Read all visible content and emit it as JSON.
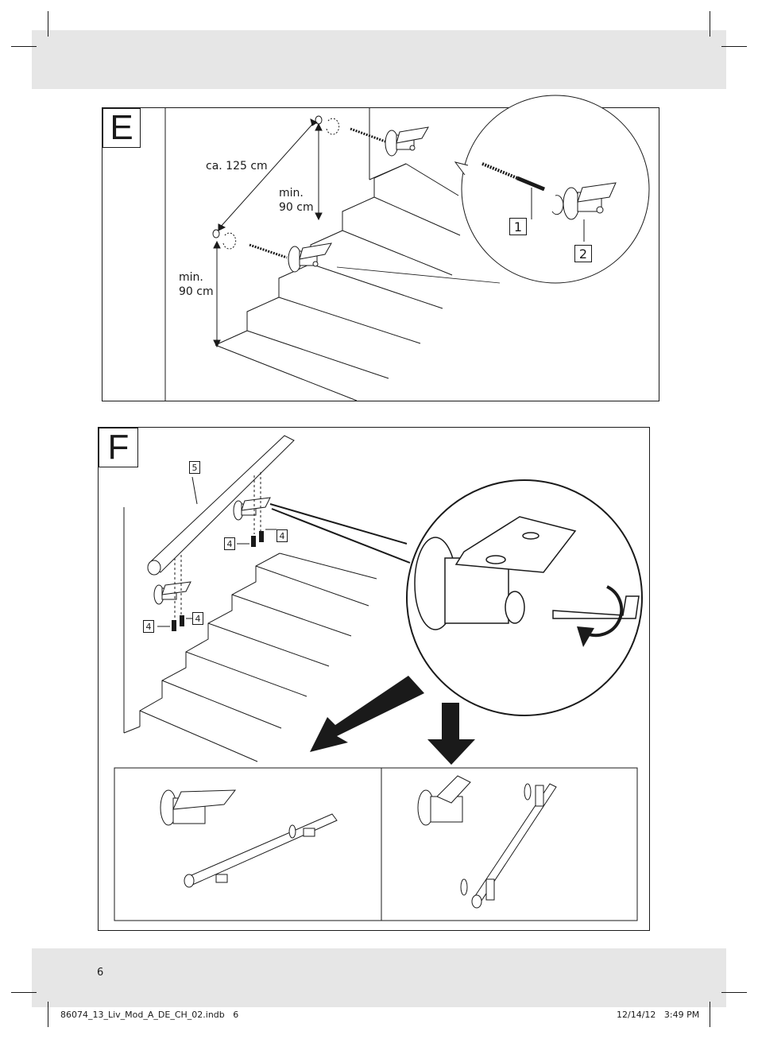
{
  "figures": {
    "e": {
      "letter": "E",
      "dimension_diagonal": "ca. 125 cm",
      "dimension_upper": "min.\n90 cm",
      "dimension_lower": "min.\n90 cm",
      "part_1": "1",
      "part_2": "2"
    },
    "f": {
      "letter": "F",
      "part_5": "5",
      "part_4": "4"
    }
  },
  "page_number": "6",
  "footer": {
    "file": "86074_13_Liv_Mod_A_DE_CH_02.indb   6",
    "timestamp": "12/14/12   3:49 PM"
  }
}
